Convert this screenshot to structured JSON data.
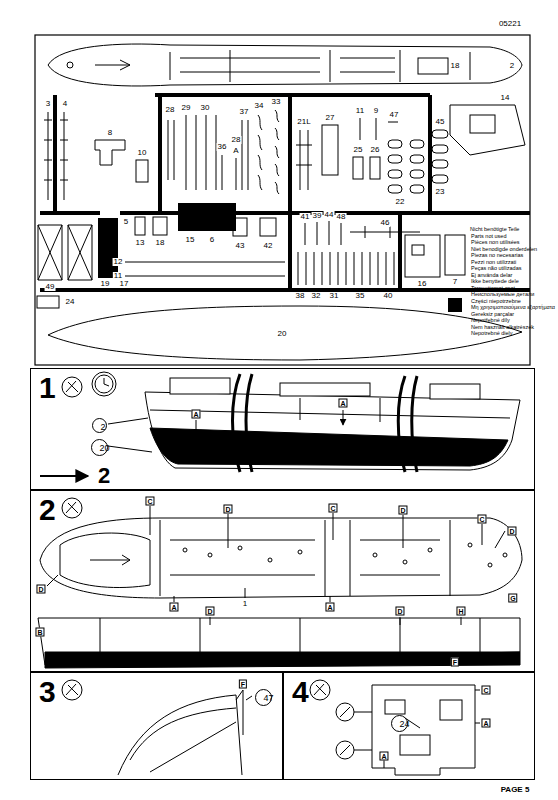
{
  "diagram": {
    "nodes": [
      {
        "text": [
          "1"
        ]
      },
      {
        "text": [
          "2"
        ],
        "in": 0
      },
      {
        "text": [
          "20"
        ],
        "in": 0
      },
      {
        "text": [
          "2"
        ]
      },
      {
        "text": [
          "3"
        ]
      },
      {
        "text": [
          "47"
        ],
        "in": 4
      },
      {
        "text": [
          "4"
        ]
      },
      {
        "text": [
          "24"
        ],
        "in": 6
      }
    ],
    "labels": [
      "05221",
      "2",
      "18",
      "3",
      "4",
      "8",
      "10",
      "28",
      "29",
      "30",
      "36",
      "28",
      "A",
      "37",
      "34",
      "33",
      "21L",
      "27",
      "11",
      "9",
      "47",
      "45",
      "14",
      "25",
      "26",
      "22",
      "23",
      "5",
      "13",
      "18",
      "15",
      "6",
      "43",
      "42",
      "41",
      "39",
      "44",
      "48",
      "46",
      "12",
      "11",
      "38",
      "32",
      "31",
      "35",
      "40",
      "16",
      "7",
      "49",
      "19",
      "17",
      "24",
      "20",
      "A",
      "A",
      "2",
      "C",
      "D",
      "C",
      "D",
      "C",
      "D",
      "D",
      "A",
      "D",
      "1",
      "A",
      "D",
      "H",
      "G",
      "B",
      "F",
      "F",
      "C",
      "A",
      "A",
      "PAGE 5",
      "Parts not used",
      "Pièces non utilisées",
      "Niet benodigde onderdelen",
      "Piezas no necesarias",
      "Pezzi non utilizzati",
      "Peças não utilizadas",
      "Ej använda delar",
      "Ikke benyttede dele",
      "Tarpeettomat osat",
      "Неиспользуемые детали",
      "Części niepotrzebne",
      "Μη χρησιμοποιούμενα εξαρτήματα",
      "Gereksiz parçalar",
      "Nepotřebné díly",
      "Nem használt alkatrészek",
      "Nepotrebné diely"
    ],
    "legend": [
      {
        "text": "Nicht benötigte Teile",
        "color": "#000000"
      }
    ]
  }
}
